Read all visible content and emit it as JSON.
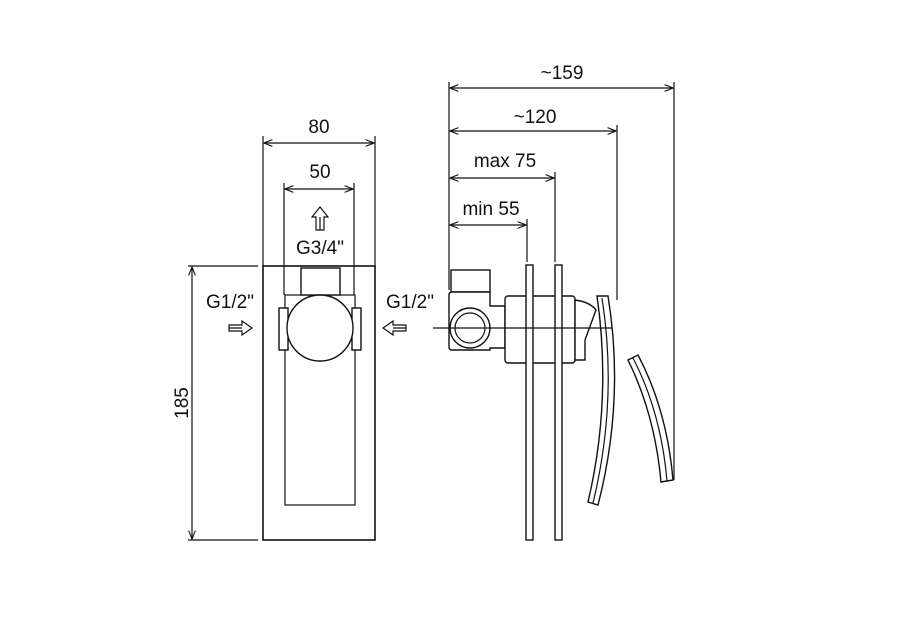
{
  "front_view": {
    "width_outer": "80",
    "width_inner": "50",
    "height": "185",
    "outlet_thread": "G3/4\"",
    "inlet_left": "G1/2\"",
    "inlet_right": "G1/2\""
  },
  "side_view": {
    "overall_depth": "~159",
    "depth_120": "~120",
    "max_depth": "max 75",
    "min_depth": "min 55"
  }
}
